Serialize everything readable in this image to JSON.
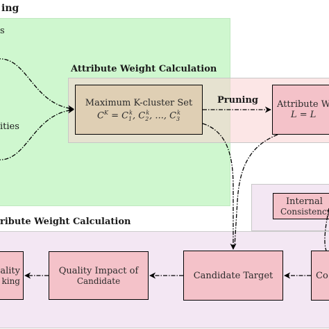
{
  "sections": {
    "top_left_title": "ing",
    "top_left_partial_1": "s",
    "top_left_partial_2": "ities",
    "attr_weight_title": "Attribute Weight Calculation",
    "bottom_title": "ribute Weight Calculation"
  },
  "boxes": {
    "kcluster_title": "Maximum K-cluster Set",
    "kcluster_formula": "C^K = C_1^k, C_2^k, ..., C_3^k",
    "attribute_title": "Attribute W",
    "attribute_formula": "L = L",
    "internal_title": "Internal",
    "internal_sub": "Consistency",
    "candidate_target": "Candidate Target",
    "quality_impact_title": "Quality Impact of",
    "quality_impact_sub": "Candidate",
    "left_partial_title": "ality",
    "left_partial_sub": "king",
    "right_partial": "Co"
  },
  "edges": {
    "pruning_label": "Pruning"
  },
  "colors": {
    "green_panel": "#cff7cf",
    "pink_panel": "#fde4e4",
    "lavender_panel": "#f3e7f3",
    "tan_box": "#dfcfb4",
    "pink_box": "#f4c2c9"
  }
}
